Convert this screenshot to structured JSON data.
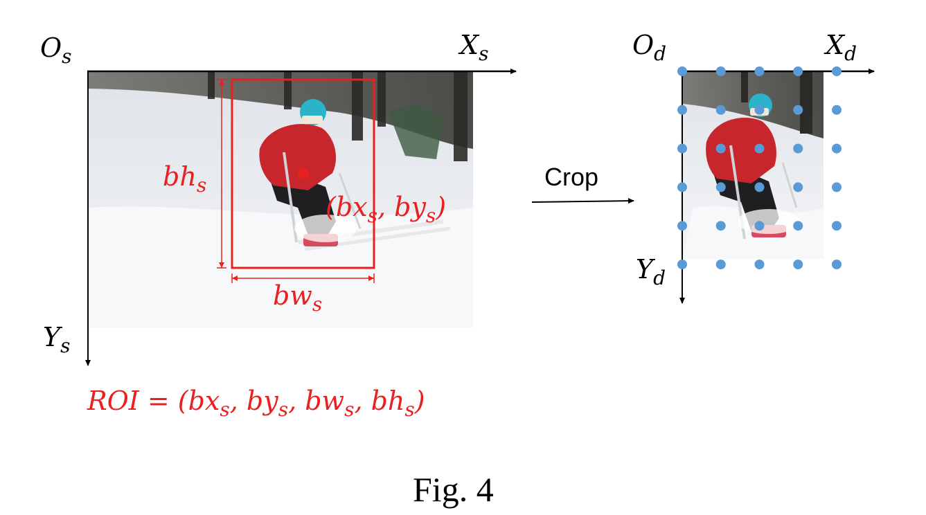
{
  "source": {
    "origin": "O",
    "origin_sub": "s",
    "x_axis": "X",
    "x_axis_sub": "s",
    "y_axis": "Y",
    "y_axis_sub": "s"
  },
  "roi_box": {
    "center_label": "(bx",
    "center_label_sub1": "s",
    "center_label_mid": ", by",
    "center_label_sub2": "s",
    "center_label_end": ")",
    "height_label": "bh",
    "height_label_sub": "s",
    "width_label": "bw",
    "width_label_sub": "s"
  },
  "roi_formula": {
    "lead": "ROI = (bx",
    "s1": "s",
    "p2": ", by",
    "s2": "s",
    "p3": ", bw",
    "s3": "s",
    "p4": ", bh",
    "s4": "s",
    "end": ")"
  },
  "crop_label": "Crop",
  "destination": {
    "origin": "O",
    "origin_sub": "d",
    "x_axis": "X",
    "x_axis_sub": "d",
    "y_axis": "Y",
    "y_axis_sub": "d"
  },
  "sampling_grid": {
    "columns": 5,
    "rows": 6
  },
  "caption": "Fig. 4",
  "colors": {
    "roi": "#e8201f",
    "grid_dot": "#5b9bd5",
    "axis": "#000000",
    "snow": "#eef1f4",
    "jacket": "#c6262c",
    "helmet": "#2bb3c9",
    "trees": "#3a3a34"
  }
}
